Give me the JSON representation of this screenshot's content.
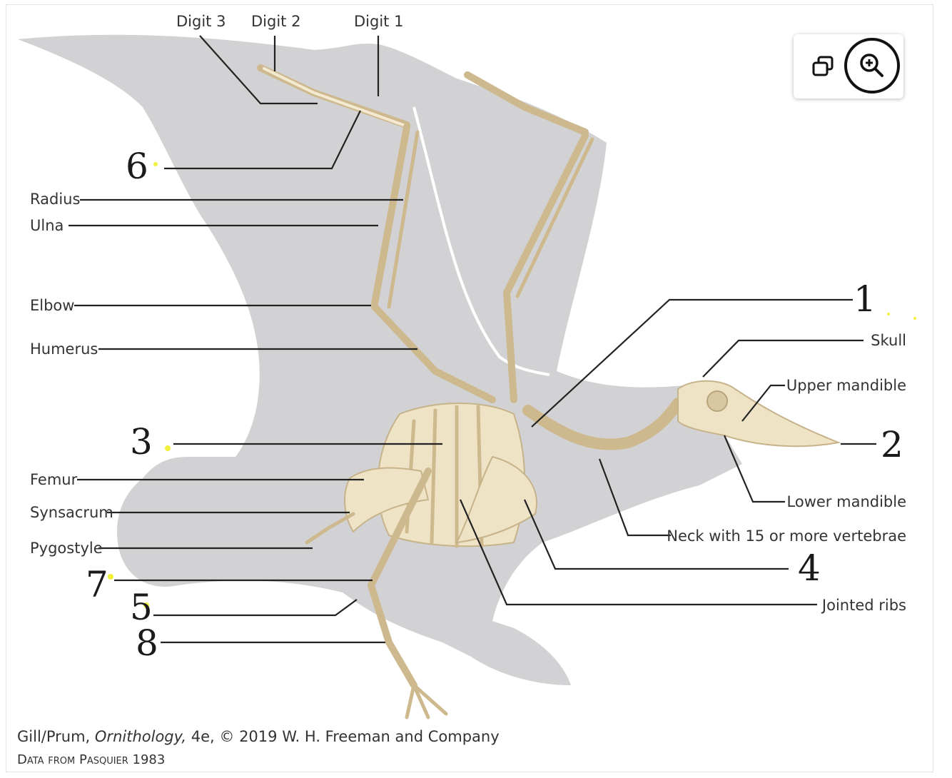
{
  "labels": {
    "digit3": "Digit 3",
    "digit2": "Digit 2",
    "digit1": "Digit 1",
    "radius": "Radius",
    "ulna": "Ulna",
    "elbow": "Elbow",
    "humerus": "Humerus",
    "femur": "Femur",
    "synsacrum": "Synsacrum",
    "pygostyle": "Pygostyle",
    "skull": "Skull",
    "upper_mandible": "Upper mandible",
    "lower_mandible": "Lower mandible",
    "neck": "Neck with 15 or more vertebrae",
    "jointed_ribs": "Jointed ribs"
  },
  "numbers": {
    "n1": "1",
    "n2": "2",
    "n3": "3",
    "n4": "4",
    "n5": "5",
    "n6": "6",
    "n7": "7",
    "n8": "8"
  },
  "credit": {
    "authors": "Gill/Prum, ",
    "book": "Ornithology,",
    "rest": " 4e, © 2019 W. H. Freeman and Company",
    "source": "Data from Pasquier 1983"
  },
  "toolbar": {
    "layers_icon": "layers-icon",
    "zoom_icon": "zoom-in-icon"
  },
  "colors": {
    "silhouette": "#d2d2d4",
    "bone": "#efe3c6",
    "bone_outline": "#c6b38a",
    "leader": "#222222",
    "highlight_dot": "#f2f03a"
  }
}
